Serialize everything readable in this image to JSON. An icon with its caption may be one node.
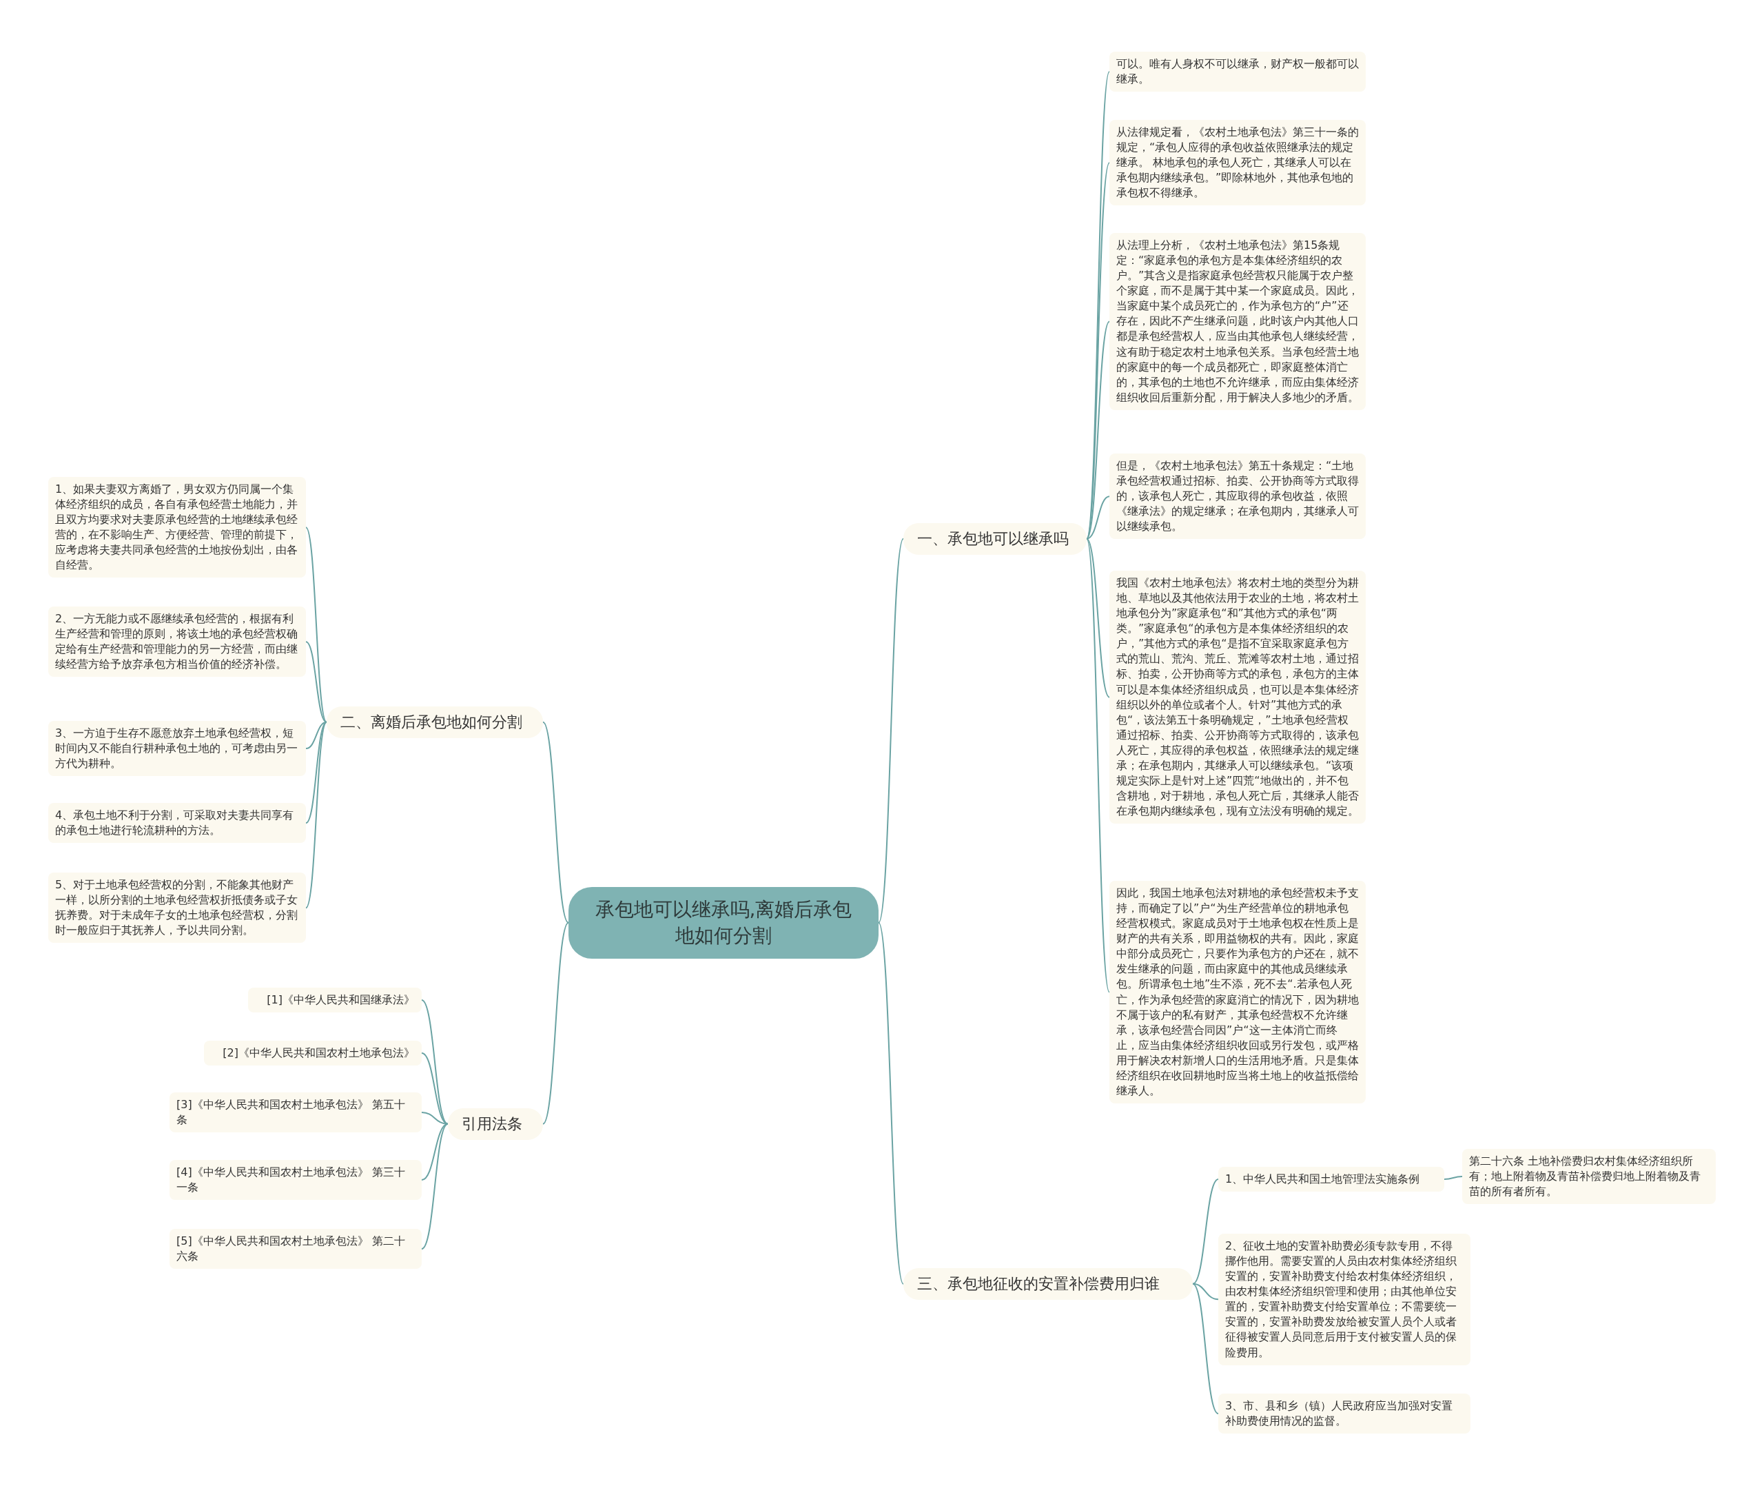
{
  "diagram": {
    "nodes": [
      {
        "text": [
          "承包地可以继承吗,离婚后承包地如何分割"
        ]
      },
      {
        "text": [
          "一、承包地可以继承吗"
        ]
      },
      {
        "text": [
          "可以。唯有人身权不可以继承，财产权一般都可以继承。"
        ]
      },
      {
        "text": [
          "从法律规定看，《农村土地承包法》第三十一条的规定，“承包人应得的承包收益依照继承法的规定继承。 林地承包的承包人死亡，其继承人可以在承包期内继续承包。”即除林地外，其他承包地的承包权不得继承。"
        ]
      },
      {
        "text": [
          "从法理上分析，《农村土地承包法》第15条规定：“家庭承包的承包方是本集体经济组织的农户。”其含义是指家庭承包经营权只能属于农户整个家庭，而不是属于其中某一个家庭成员。因此，当家庭中某个成员死亡的，作为承包方的“户”还存在，因此不产生继承问题，此时该户内其他人口都是承包经营权人，应当由其他承包人继续经营，这有助于稳定农村土地承包关系。当承包经营土地的家庭中的每一个成员都死亡，即家庭整体消亡的，其承包的土地也不允许继承，而应由集体经济组织收回后重新分配，用于解决人多地少的矛盾。"
        ]
      },
      {
        "text": [
          "但是，《农村土地承包法》第五十条规定：“土地承包经营权通过招标、拍卖、公开协商等方式取得的，该承包人死亡，其应取得的承包收益，依照《继承法》的规定继承；在承包期内，其继承人可以继续承包。"
        ]
      },
      {
        "text": [
          "我国《农村土地承包法》将农村土地的类型分为耕地、草地以及其他依法用于农业的土地，将农村土地承包分为”家庭承包“和”其他方式的承包“两类。”家庭承包“的承包方是本集体经济组织的农户，”其他方式的承包“是指不宜采取家庭承包方式的荒山、荒沟、荒丘、荒滩等农村土地，通过招标、拍卖，公开协商等方式的承包，承包方的主体可以是本集体经济组织成员，也可以是本集体经济组织以外的单位或者个人。针对”其他方式的承包“，该法第五十条明确规定，”土地承包经营权通过招标、拍卖、公开协商等方式取得的，该承包人死亡，其应得的承包权益，依照继承法的规定继承；在承包期内，其继承人可以继续承包。“该项规定实际上是针对上述”四荒“地做出的，并不包含耕地，对于耕地，承包人死亡后，其继承人能否在承包期内继续承包，现有立法没有明确的规定。"
        ]
      },
      {
        "text": [
          "因此，我国土地承包法对耕地的承包经营权未予支持，而确定了以”户“为生产经营单位的耕地承包经营权模式。家庭成员对于土地承包权在性质上是财产的共有关系，即用益物权的共有。因此，家庭中部分成员死亡，只要作为承包方的户还在，就不发生继承的问题，而由家庭中的其他成员继续承包。所谓承包土地”生不添，死不去“.若承包人死亡，作为承包经营的家庭消亡的情况下，因为耕地不属于该户的私有财产，其承包经营权不允许继承，该承包经营合同因”户“这一主体消亡而终止，应当由集体经济组织收回或另行发包，或严格用于解决农村新增人口的生活用地矛盾。只是集体经济组织在收回耕地时应当将土地上的收益抵偿给继承人。"
        ]
      },
      {
        "text": [
          "二、离婚后承包地如何分割"
        ]
      },
      {
        "text": [
          "1、如果夫妻双方离婚了，男女双方仍同属一个集体经济组织的成员，各自有承包经营土地能力，并且双方均要求对夫妻原承包经营的土地继续承包经营的，在不影响生产、方便经营、管理的前提下，应考虑将夫妻共同承包经营的土地按份划出，由各自经营。"
        ]
      },
      {
        "text": [
          "2、一方无能力或不愿继续承包经营的，根据有利生产经营和管理的原则，将该土地的承包经营权确定给有生产经营和管理能力的另一方经营，而由继续经营方给予放弃承包方相当价值的经济补偿。"
        ]
      },
      {
        "text": [
          "3、一方迫于生存不愿意放弃土地承包经营权，短时间内又不能自行耕种承包土地的，可考虑由另一方代为耕种。"
        ]
      },
      {
        "text": [
          "4、承包土地不利于分割，可采取对夫妻共同享有的承包土地进行轮流耕种的方法。"
        ]
      },
      {
        "text": [
          "5、对于土地承包经营权的分割，不能象其他财产一样，以所分割的土地承包经营权折抵债务或子女抚养费。对于未成年子女的土地承包经营权，分割时一般应归于其抚养人，予以共同分割。"
        ]
      },
      {
        "text": [
          "引用法条"
        ]
      },
      {
        "text": [
          "[1]《中华人民共和国继承法》"
        ]
      },
      {
        "text": [
          "[2]《中华人民共和国农村土地承包法》"
        ]
      },
      {
        "text": [
          "[3]《中华人民共和国农村土地承包法》 第五十条"
        ]
      },
      {
        "text": [
          "[4]《中华人民共和国农村土地承包法》 第三十一条"
        ]
      },
      {
        "text": [
          "[5]《中华人民共和国农村土地承包法》 第二十六条"
        ]
      },
      {
        "text": [
          "三、承包地征收的安置补偿费用归谁"
        ]
      },
      {
        "text": [
          "1、中华人民共和国土地管理法实施条例"
        ]
      },
      {
        "text": [
          "第二十六条 土地补偿费归农村集体经济组织所有；地上附着物及青苗补偿费归地上附着物及青苗的所有者所有。"
        ]
      },
      {
        "text": [
          "2、征收土地的安置补助费必须专款专用，不得挪作他用。需要安置的人员由农村集体经济组织安置的，安置补助费支付给农村集体经济组织，由农村集体经济组织管理和使用；由其他单位安置的，安置补助费支付给安置单位；不需要统一安置的，安置补助费发放给被安置人员个人或者征得被安置人员同意后用于支付被安置人员的保险费用。"
        ]
      },
      {
        "text": [
          "3、市、县和乡（镇）人民政府应当加强对安置补助费使用情况的监督。"
        ]
      }
    ],
    "edges": [
      {
        "from": 0,
        "to": 1,
        "arrow": "none"
      },
      {
        "from": 1,
        "to": 2,
        "arrow": "none"
      },
      {
        "from": 1,
        "to": 3,
        "arrow": "none"
      },
      {
        "from": 1,
        "to": 4,
        "arrow": "none"
      },
      {
        "from": 1,
        "to": 5,
        "arrow": "none"
      },
      {
        "from": 1,
        "to": 6,
        "arrow": "none"
      },
      {
        "from": 1,
        "to": 7,
        "arrow": "none"
      },
      {
        "from": 0,
        "to": 8,
        "arrow": "none"
      },
      {
        "from": 8,
        "to": 9,
        "arrow": "none"
      },
      {
        "from": 8,
        "to": 10,
        "arrow": "none"
      },
      {
        "from": 8,
        "to": 11,
        "arrow": "none"
      },
      {
        "from": 8,
        "to": 12,
        "arrow": "none"
      },
      {
        "from": 8,
        "to": 13,
        "arrow": "none"
      },
      {
        "from": 0,
        "to": 14,
        "arrow": "none"
      },
      {
        "from": 14,
        "to": 15,
        "arrow": "none"
      },
      {
        "from": 14,
        "to": 16,
        "arrow": "none"
      },
      {
        "from": 14,
        "to": 17,
        "arrow": "none"
      },
      {
        "from": 14,
        "to": 18,
        "arrow": "none"
      },
      {
        "from": 14,
        "to": 19,
        "arrow": "none"
      },
      {
        "from": 0,
        "to": 20,
        "arrow": "none"
      },
      {
        "from": 20,
        "to": 21,
        "arrow": "none"
      },
      {
        "from": 21,
        "to": 22,
        "arrow": "none"
      },
      {
        "from": 20,
        "to": 23,
        "arrow": "none"
      },
      {
        "from": 20,
        "to": 24,
        "arrow": "none"
      }
    ]
  }
}
